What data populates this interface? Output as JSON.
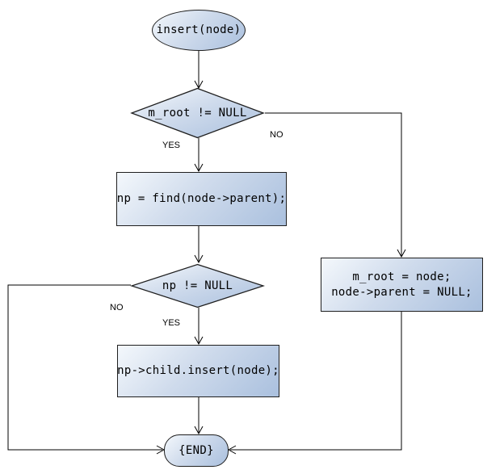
{
  "diagram": {
    "type": "flowchart",
    "nodes": {
      "start": {
        "shape": "ellipse",
        "label": "insert(node)"
      },
      "check_root": {
        "shape": "decision",
        "label": "m_root != NULL"
      },
      "find_parent": {
        "shape": "process",
        "label": "np = find(node->parent);"
      },
      "check_np": {
        "shape": "decision",
        "label": "np != NULL"
      },
      "insert_child": {
        "shape": "process",
        "label": "np->child.insert(node);"
      },
      "set_root": {
        "shape": "process",
        "line1": "m_root = node;",
        "line2": "node->parent = NULL;"
      },
      "end": {
        "shape": "terminator",
        "label": "{END}"
      }
    },
    "edge_labels": {
      "check_root_yes": "YES",
      "check_root_no": "NO",
      "check_np_yes": "YES",
      "check_np_no": "NO"
    },
    "edges": [
      {
        "from": "start",
        "to": "check_root",
        "label": ""
      },
      {
        "from": "check_root",
        "to": "find_parent",
        "label": "YES"
      },
      {
        "from": "check_root",
        "to": "set_root",
        "label": "NO"
      },
      {
        "from": "find_parent",
        "to": "check_np",
        "label": ""
      },
      {
        "from": "check_np",
        "to": "insert_child",
        "label": "YES"
      },
      {
        "from": "check_np",
        "to": "end",
        "label": "NO"
      },
      {
        "from": "insert_child",
        "to": "end",
        "label": ""
      },
      {
        "from": "set_root",
        "to": "end",
        "label": ""
      }
    ],
    "colors": {
      "fill_light": "#f4f8fc",
      "fill_dark": "#aac0de",
      "node_border": "#1f1f1f",
      "edge_line": "#000000",
      "text": "#000000",
      "background": "#ffffff"
    }
  }
}
